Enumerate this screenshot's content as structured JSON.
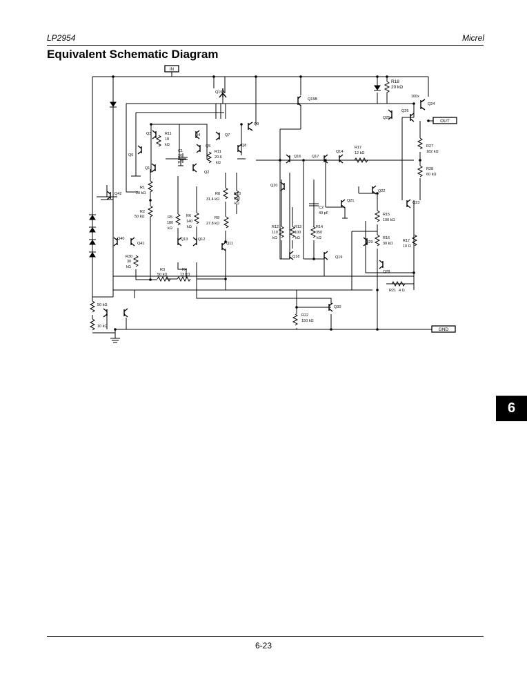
{
  "header": {
    "left": "LP2954",
    "right": "Micrel"
  },
  "title": "Equivalent Schematic Diagram",
  "pins": {
    "in": "IN",
    "out": "OUT",
    "gnd": "GND"
  },
  "labels": {
    "q15a": "Q15A",
    "q15b": "Q15B",
    "q9": "Q9",
    "q3": "Q3",
    "q4": "Q4",
    "q7": "Q7",
    "q5": "Q5",
    "q6": "Q6",
    "q8": "Q8",
    "q1": "Q1",
    "q2": "Q2",
    "q42": "Q42",
    "q40": "Q40",
    "q41": "Q41",
    "q13": "Q13",
    "q12": "Q12",
    "q11": "Q11",
    "q16": "Q16",
    "q17": "Q17",
    "q14": "Q14",
    "q20": "Q20",
    "q21": "Q21",
    "q18": "Q18",
    "q19": "Q19",
    "q22": "Q22",
    "q23": "Q23",
    "q24": "Q24",
    "q25": "Q25",
    "q26": "Q26",
    "q29": "Q29",
    "q28": "Q28",
    "q30": "Q30",
    "r18": "R18",
    "r18v": "20 kΩ",
    "x100": "100x",
    "r11a": "R11",
    "r11av": "18",
    "r11au": "kΩ",
    "c1": "C1",
    "c1v": "20",
    "c1u": "pF",
    "r11b": "R11",
    "r11bv": "20.6",
    "r11bu": "kΩ",
    "r17a": "R17",
    "r17av": "12 kΩ",
    "r27": "R27",
    "r27v": "182 kΩ",
    "r28": "R28",
    "r28v": "60 kΩ",
    "r1": "R1",
    "r1v": "20 kΩ",
    "r2": "R2",
    "r2v": "50 kΩ",
    "r8": "R8",
    "r8v": "31.4 kΩ",
    "r10": "R10",
    "r10v": "150",
    "r10u": "kΩ",
    "r5": "R5",
    "r5v": "180",
    "r5u": "kΩ",
    "r6": "R6",
    "r6v": "140",
    "r6u": "kΩ",
    "r9": "R9",
    "r9v": "27.8 kΩ",
    "r30": "R30",
    "r30v": "30",
    "r30u": "kΩ",
    "r3": "R3",
    "r3v": "50 kΩ",
    "r4": "R4",
    "r4v": "13 kΩ",
    "c2": "C2",
    "c2v": "40 pF",
    "r12": "R12",
    "r12v": "110",
    "r12u": "kΩ",
    "r13": "R13",
    "r13v": "100",
    "r13u": "kΩ",
    "r14": "R14",
    "r14v": "350",
    "r14u": "kΩ",
    "r15": "R15",
    "r15v": "100 kΩ",
    "r16": "R16",
    "r16v": "30 kΩ",
    "r17b": "R17",
    "r17bv": "10 Ω",
    "r21": "R21",
    "r21v": "4 Ω",
    "r22": "R22",
    "r22v": "150 kΩ",
    "r50k": "50 kΩ",
    "r10k": "10 kΩ"
  },
  "tab": "6",
  "page_number": "6-23"
}
